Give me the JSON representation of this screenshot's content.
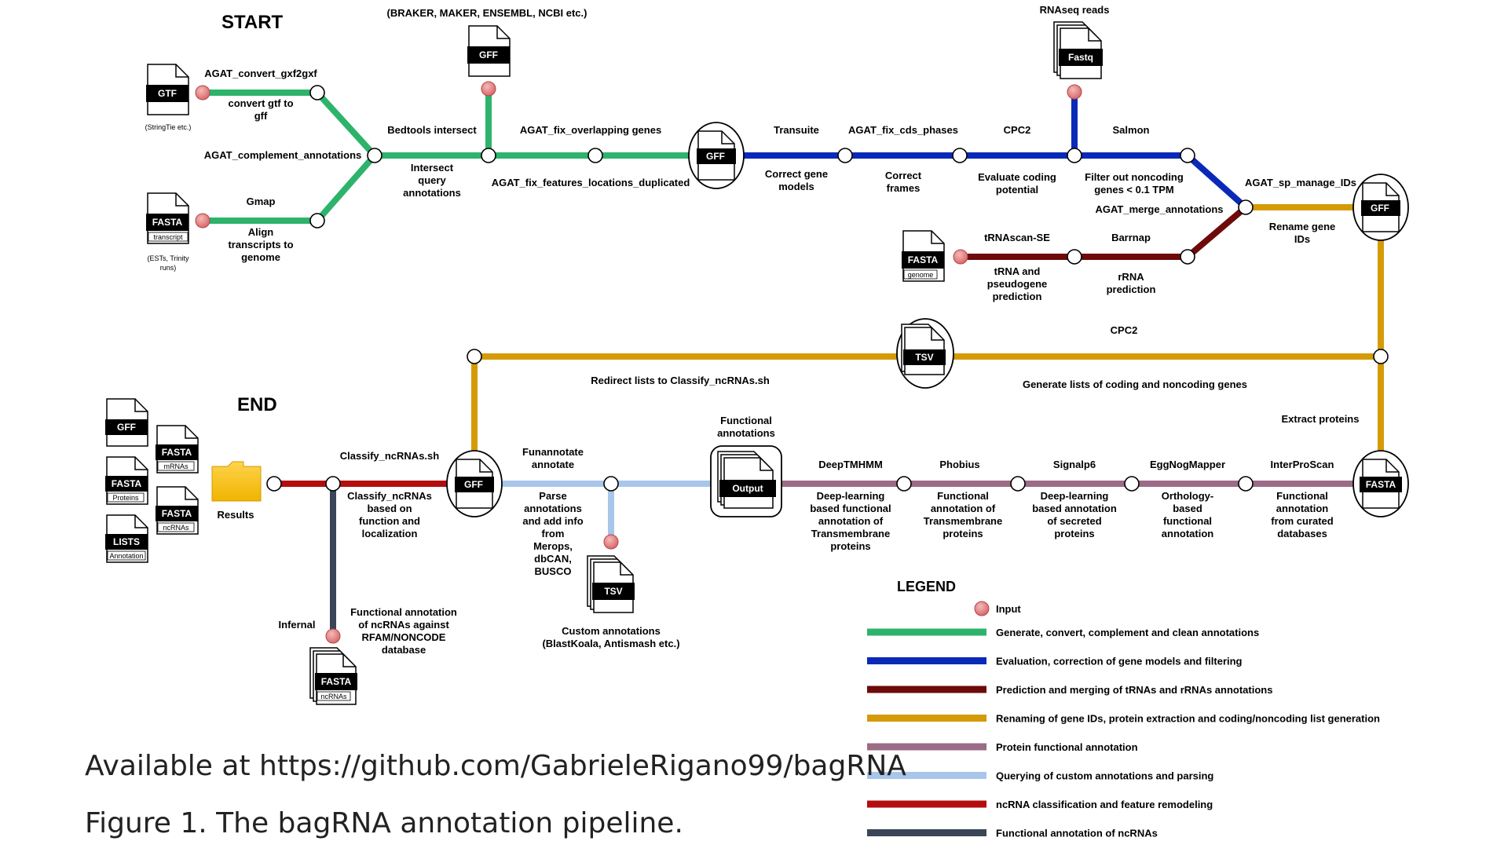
{
  "colors": {
    "green": "#2db36b",
    "blue": "#0a29b8",
    "maroon": "#6e0a0a",
    "gold": "#d49b07",
    "mauve": "#9b6b87",
    "lightblue": "#a8c6ea",
    "red": "#b30d0d",
    "slate": "#3a4657",
    "input": "#e88a8a"
  },
  "headings": {
    "start": "START",
    "end": "END"
  },
  "file_tags": {
    "gtf": "GTF",
    "gff": "GFF",
    "fasta": "FASTA",
    "fastq": "Fastq",
    "tsv": "TSV",
    "output": "Output",
    "lists": "LISTS",
    "transcript": "transcript",
    "genome": "genome",
    "mrnas": "mRNAs",
    "proteins": "Proteins",
    "ncrnas": "ncRNAs",
    "annotation": "Annotation"
  },
  "labels": {
    "stringtie": "(StringTie etc.)",
    "ests": "(ESTs, Trinity runs)",
    "braker": "(BRAKER, MAKER, ENSEMBL, NCBI etc.)",
    "rnaseq": "RNAseq reads",
    "agat_convert": "AGAT_convert_gxf2gxf",
    "convert_desc": "convert gtf to gff",
    "agat_complement": "AGAT_complement_annotations",
    "gmap": "Gmap",
    "align_desc": "Align transcripts to genome",
    "bedtools": "Bedtools intersect",
    "intersect_desc": "Intersect query annotations",
    "agat_fix_overlap": "AGAT_fix_overlapping genes",
    "agat_fix_features": "AGAT_fix_features_locations_duplicated",
    "transuite": "Transuite",
    "transuite_desc": "Correct gene models",
    "agat_fix_cds": "AGAT_fix_cds_phases",
    "cds_desc": "Correct frames",
    "cpc2_top": "CPC2",
    "cpc2_desc": "Evaluate coding potential",
    "salmon": "Salmon",
    "salmon_desc": "Filter out noncoding genes < 0.1 TPM",
    "agat_sp_manage": "AGAT_sp_manage_IDs",
    "rename_desc": "Rename gene IDs",
    "agat_merge": "AGAT_merge_annotations",
    "trnascan": "tRNAscan-SE",
    "trna_desc": "tRNA and pseudogene prediction",
    "barrnap": "Barrnap",
    "rrna_desc": "rRNA prediction",
    "cpc2_mid": "CPC2",
    "generate_lists": "Generate lists of coding and noncoding genes",
    "redirect": "Redirect lists to Classify_ncRNAs.sh",
    "extract_proteins": "Extract proteins",
    "interproscan": "InterProScan",
    "interpro_desc": "Functional annotation from curated databases",
    "eggnog": "EggNogMapper",
    "eggnog_desc": "Orthology-based functional annotation",
    "signalp": "Signalp6",
    "signalp_desc": "Deep-learning based annotation of secreted proteins",
    "phobius": "Phobius",
    "phobius_desc": "Functional annotation of Transmembrane proteins",
    "deeptmhmm": "DeepTMHMM",
    "deeptmhmm_desc": "Deep-learning based functional annotation of Transmembrane proteins",
    "functional_annotations": "Functional annotations",
    "funannotate": "Funannotate annotate",
    "parse_desc": "Parse annotations and add info from Merops, dbCAN, BUSCO",
    "custom_desc": "Custom annotations (BlastKoala, Antismash etc.)",
    "classify": "Classify_ncRNAs.sh",
    "classify_desc": "Classify_ncRNAs based on function and localization",
    "results": "Results",
    "infernal": "Infernal",
    "infernal_desc": "Functional annotation of ncRNAs against RFAM/NONCODE database"
  },
  "legend": {
    "title": "LEGEND",
    "input": "Input",
    "items": [
      {
        "color": "#2db36b",
        "label": "Generate, convert, complement and clean annotations"
      },
      {
        "color": "#0a29b8",
        "label": "Evaluation, correction of gene models and filtering"
      },
      {
        "color": "#6e0a0a",
        "label": "Prediction and merging of tRNAs and rRNAs annotations"
      },
      {
        "color": "#d49b07",
        "label": "Renaming of gene IDs, protein extraction and coding/noncoding list generation"
      },
      {
        "color": "#9b6b87",
        "label": "Protein functional annotation"
      },
      {
        "color": "#a8c6ea",
        "label": "Querying of custom annotations and parsing"
      },
      {
        "color": "#b30d0d",
        "label": "ncRNA classification and feature remodeling"
      },
      {
        "color": "#3a4657",
        "label": "Functional annotation of ncRNAs"
      }
    ]
  },
  "footer": {
    "availability": "Available at https://github.com/GabrieleRigano99/bagRNA",
    "caption": "Figure 1. The bagRNA annotation pipeline."
  }
}
